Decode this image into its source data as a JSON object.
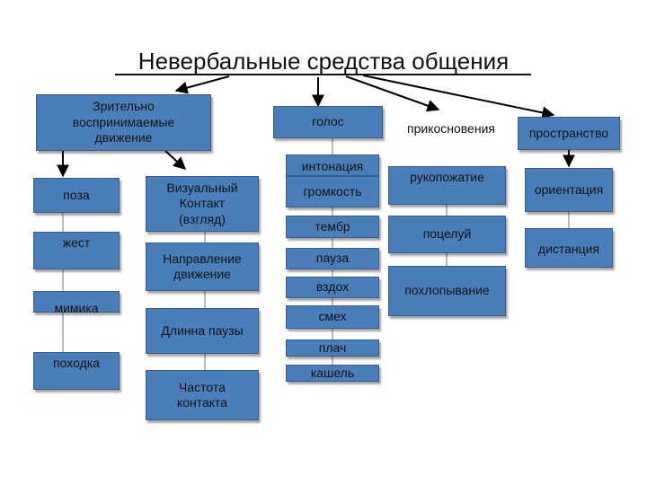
{
  "title": "Невербальные средства общения",
  "nodes": {
    "visual": "Зрительно\nвоспринимаемые\nдвижение",
    "voice": "голос",
    "touch": "прикосновения",
    "space": "пространство",
    "pose": "поза",
    "gesture": "жест",
    "mimic": "мимика",
    "gait": "походка",
    "eye_contact": "Визуальный\nКонтакт\n(взгляд)",
    "direction": "Направление\nдвижение",
    "pause_length": "Длинна паузы",
    "contact_freq": "Частота\nконтакта",
    "intonation": "интонация",
    "loudness": "громкость",
    "timbre": "тембр",
    "pause": "пауза",
    "breath": "вздох",
    "laugh": "смех",
    "cry": "плач",
    "cough": "кашель",
    "handshake": "рукопожатие",
    "kiss": "поцелуй",
    "pat": "похлопывание",
    "orientation": "ориентация",
    "distance": "дистанция"
  }
}
